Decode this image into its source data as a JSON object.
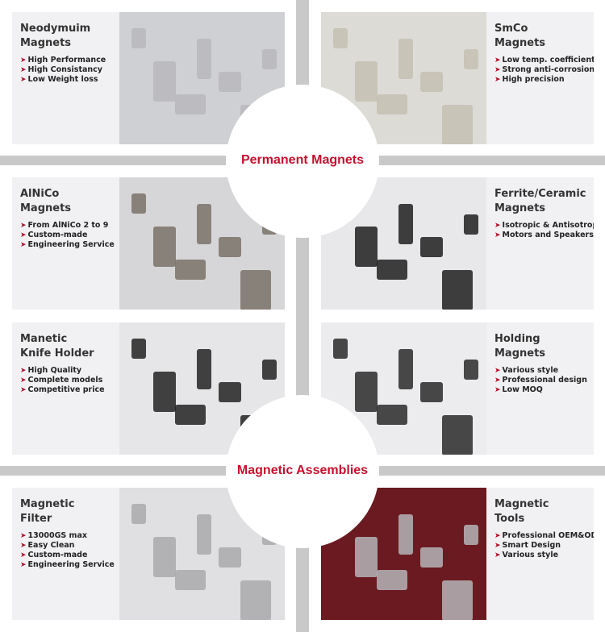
{
  "sections": [
    {
      "title": "Permanent Magnets"
    },
    {
      "title": "Magnetic Assemblies"
    }
  ],
  "panels": [
    {
      "title1": "Neodymuim",
      "title2": "Magnets",
      "bullets": [
        "High Performance",
        "High Consistancy",
        "Low Weight loss"
      ],
      "photo_color": "#cfd0d3",
      "item_color": "#b8b9bc"
    },
    {
      "title1": "SmCo",
      "title2": "Magnets",
      "bullets": [
        "Low temp. coefficient",
        "Strong anti-corrosion",
        "High precision"
      ],
      "photo_color": "#dcdbd6",
      "item_color": "#c4c0b2"
    },
    {
      "title1": "AlNiCo",
      "title2": "Magnets",
      "bullets": [
        "From AlNiCo 2 to 9",
        "Custom-made",
        "Engineering Service"
      ],
      "photo_color": "#d6d6d8",
      "item_color": "#7a726a"
    },
    {
      "title1": "Ferrite/Ceramic",
      "title2": "Magnets",
      "bullets": [
        "Isotropic & Antisotropic",
        "Motors and Speakers"
      ],
      "photo_color": "#e8e8ea",
      "item_color": "#1e1e1e"
    },
    {
      "title1": "Manetic",
      "title2": "Knife Holder",
      "bullets": [
        "High Quality",
        "Complete models",
        "Competitive price"
      ],
      "photo_color": "#e6e6e8",
      "item_color": "#222222"
    },
    {
      "title1": "Holding",
      "title2": "Magnets",
      "bullets": [
        "Various style",
        "Professional design",
        "Low MOQ"
      ],
      "photo_color": "#ececee",
      "item_color": "#2a2a2a"
    },
    {
      "title1": "Magnetic",
      "title2": "Filter",
      "bullets": [
        "13000GS max",
        "Easy Clean",
        "Custom-made",
        "Engineering Service"
      ],
      "photo_color": "#e0e0e2",
      "item_color": "#a9a9ad"
    },
    {
      "title1": "Magnetic",
      "title2": "Tools",
      "bullets": [
        "Professional OEM&ODM",
        "Smart Design",
        "Various style"
      ],
      "photo_color": "#6a1a20",
      "item_color": "#b5b5b8"
    }
  ]
}
